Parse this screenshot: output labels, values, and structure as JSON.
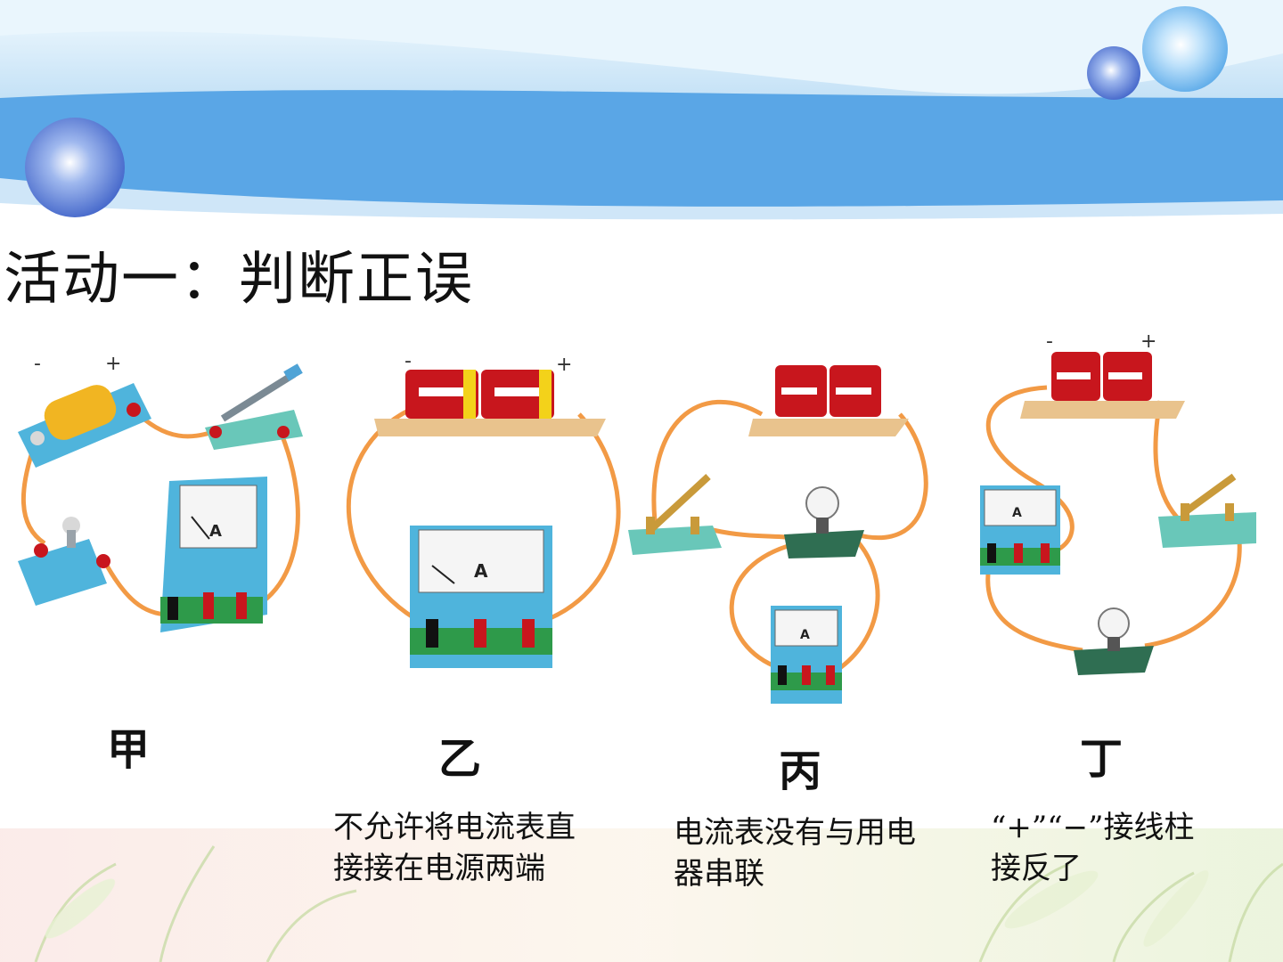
{
  "slide": {
    "title": "活动一：判断正误"
  },
  "circuits": [
    {
      "id": "jia",
      "label": "甲",
      "note_lines": [],
      "minus": "-",
      "plus": "+",
      "meter_unit": "A"
    },
    {
      "id": "yi",
      "label": "乙",
      "note_lines": [
        "不允许将电流表直",
        "接接在电源两端"
      ],
      "minus": "-",
      "plus": "+",
      "meter_unit": "A"
    },
    {
      "id": "bing",
      "label": "丙",
      "note_lines": [
        "电流表没有与用电",
        "器串联"
      ],
      "meter_unit": "A"
    },
    {
      "id": "ding",
      "label": "丁",
      "note_lines": [
        "“+”“−”接线柱",
        "接反了"
      ],
      "minus": "-",
      "plus": "+",
      "meter_unit": "A"
    }
  ],
  "colors": {
    "header_blue": "#5aa6e6",
    "wire": "#f29a45",
    "battery_red": "#c8161d",
    "board_wood": "#e9c38d",
    "meter_blue": "#4fb4dc",
    "base_green": "#2e9a4a",
    "switch_teal": "#69c7b9"
  }
}
